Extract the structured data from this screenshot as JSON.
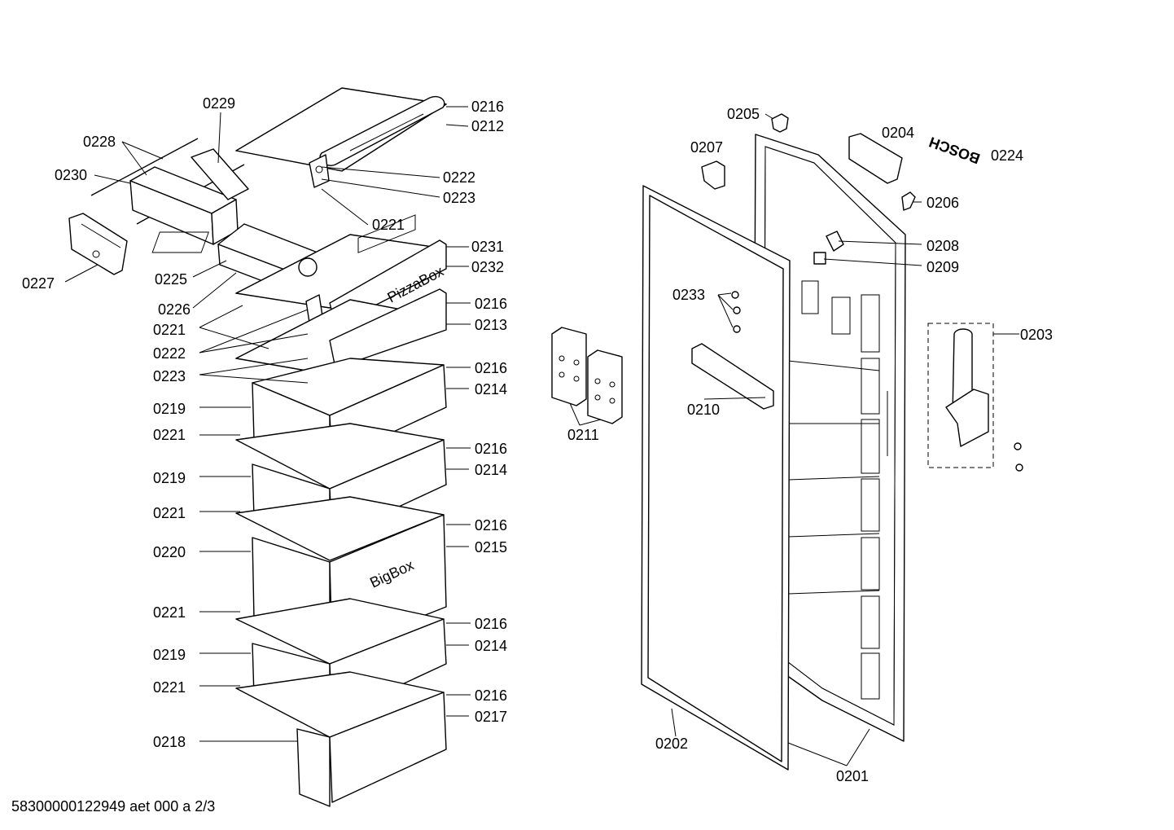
{
  "brand_text": "BOSCH",
  "drawer_text_pizza": "PizzaBox",
  "drawer_text_big": "BigBox",
  "footer_text": "58300000122949 aet 000 a 2/3",
  "callouts": [
    {
      "id": "c0216a",
      "text": "0216"
    },
    {
      "id": "c0212",
      "text": "0212"
    },
    {
      "id": "c0229",
      "text": "0229"
    },
    {
      "id": "c0228",
      "text": "0228"
    },
    {
      "id": "c0230",
      "text": "0230"
    },
    {
      "id": "c0222a",
      "text": "0222"
    },
    {
      "id": "c0223a",
      "text": "0223"
    },
    {
      "id": "c0221a",
      "text": "0221"
    },
    {
      "id": "c0227",
      "text": "0227"
    },
    {
      "id": "c0225",
      "text": "0225"
    },
    {
      "id": "c0231",
      "text": "0231"
    },
    {
      "id": "c0232",
      "text": "0232"
    },
    {
      "id": "c0226",
      "text": "0226"
    },
    {
      "id": "c0221b",
      "text": "0221"
    },
    {
      "id": "c0216b",
      "text": "0216"
    },
    {
      "id": "c0213",
      "text": "0213"
    },
    {
      "id": "c0222b",
      "text": "0222"
    },
    {
      "id": "c0223b",
      "text": "0223"
    },
    {
      "id": "c0216c",
      "text": "0216"
    },
    {
      "id": "c0219a",
      "text": "0219"
    },
    {
      "id": "c0214a",
      "text": "0214"
    },
    {
      "id": "c0221c",
      "text": "0221"
    },
    {
      "id": "c0216d",
      "text": "0216"
    },
    {
      "id": "c0219b",
      "text": "0219"
    },
    {
      "id": "c0214b",
      "text": "0214"
    },
    {
      "id": "c0221d",
      "text": "0221"
    },
    {
      "id": "c0216e",
      "text": "0216"
    },
    {
      "id": "c0220",
      "text": "0220"
    },
    {
      "id": "c0215",
      "text": "0215"
    },
    {
      "id": "c0221e",
      "text": "0221"
    },
    {
      "id": "c0216f",
      "text": "0216"
    },
    {
      "id": "c0219c",
      "text": "0219"
    },
    {
      "id": "c0214c",
      "text": "0214"
    },
    {
      "id": "c0221f",
      "text": "0221"
    },
    {
      "id": "c0216g",
      "text": "0216"
    },
    {
      "id": "c0217",
      "text": "0217"
    },
    {
      "id": "c0218",
      "text": "0218"
    },
    {
      "id": "c0205",
      "text": "0205"
    },
    {
      "id": "c0204",
      "text": "0204"
    },
    {
      "id": "c0224",
      "text": "0224"
    },
    {
      "id": "c0207",
      "text": "0207"
    },
    {
      "id": "c0206",
      "text": "0206"
    },
    {
      "id": "c0208",
      "text": "0208"
    },
    {
      "id": "c0209",
      "text": "0209"
    },
    {
      "id": "c0233",
      "text": "0233"
    },
    {
      "id": "c0203",
      "text": "0203"
    },
    {
      "id": "c0211",
      "text": "0211"
    },
    {
      "id": "c0210",
      "text": "0210"
    },
    {
      "id": "c0202",
      "text": "0202"
    },
    {
      "id": "c0201",
      "text": "0201"
    }
  ]
}
